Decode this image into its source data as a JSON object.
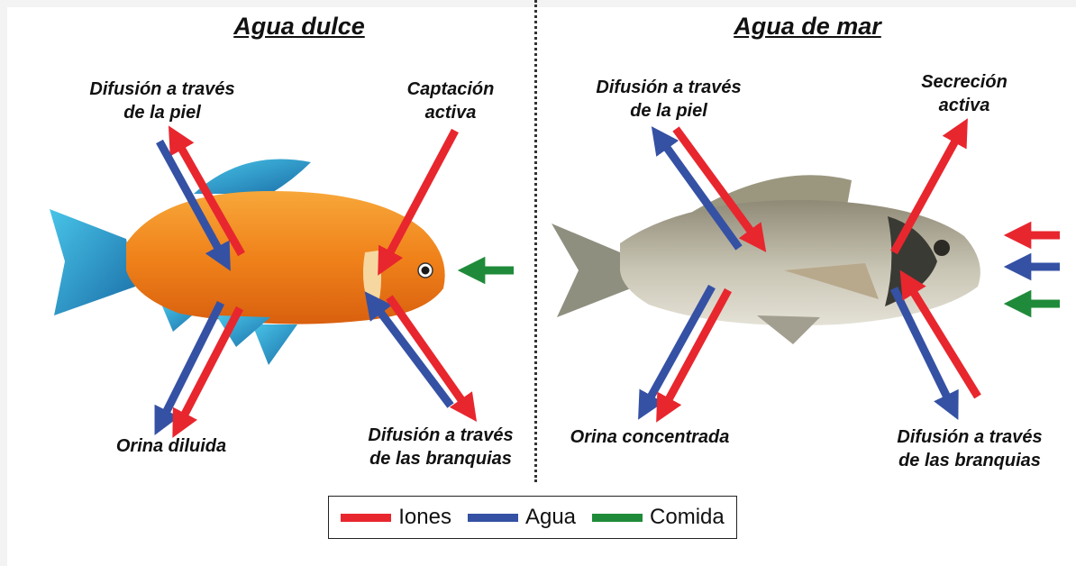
{
  "colors": {
    "ions": "#e8262e",
    "water": "#3551a4",
    "food": "#1f8b3a"
  },
  "freshwater": {
    "title": "Agua dulce",
    "skin_diffusion_l1": "Difusión a través",
    "skin_diffusion_l2": "de la piel",
    "active_uptake_l1": "Captación",
    "active_uptake_l2": "activa",
    "urine": "Orina diluida",
    "gill_diffusion_l1": "Difusión a través",
    "gill_diffusion_l2": "de las branquias"
  },
  "seawater": {
    "title": "Agua de mar",
    "skin_diffusion_l1": "Difusión a través",
    "skin_diffusion_l2": "de la piel",
    "active_secretion_l1": "Secreción",
    "active_secretion_l2": "activa",
    "urine": "Orina concentrada",
    "gill_diffusion_l1": "Difusión a través",
    "gill_diffusion_l2": "de las branquias"
  },
  "legend": {
    "ions": "Iones",
    "water": "Agua",
    "food": "Comida"
  }
}
